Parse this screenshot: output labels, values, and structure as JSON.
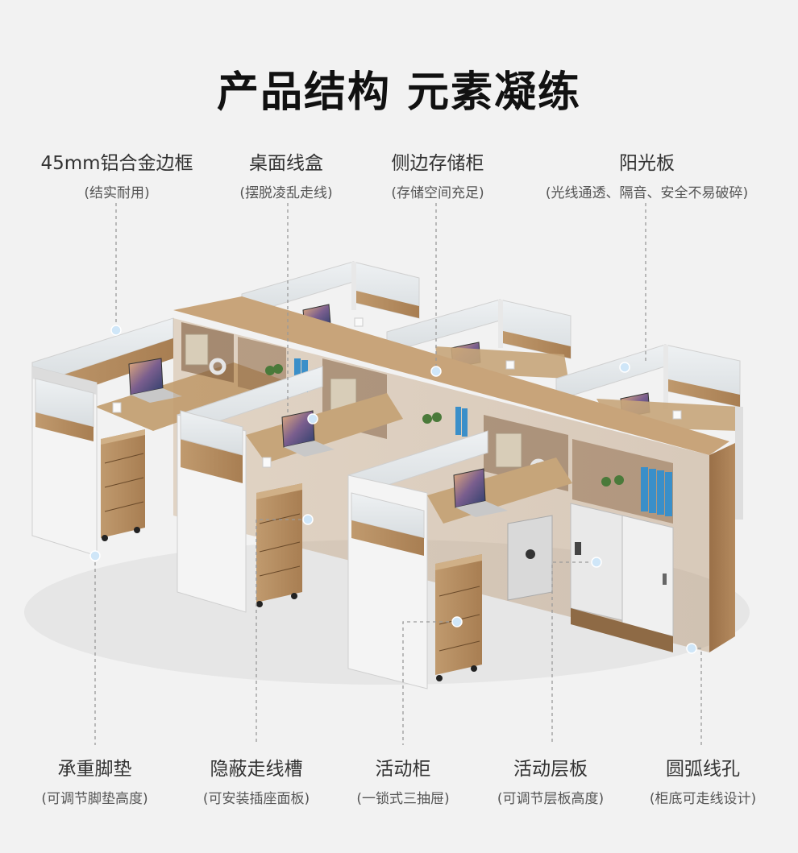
{
  "title": "产品结构 元素凝练",
  "top_labels": [
    {
      "main": "45mm铝合金边框",
      "sub": "(结实耐用)"
    },
    {
      "main": "桌面线盒",
      "sub": "(摆脱凌乱走线)"
    },
    {
      "main": "侧边存储柜",
      "sub": "(存储空间充足)"
    },
    {
      "main": "阳光板",
      "sub": "(光线通透、隔音、安全不易破碎)"
    }
  ],
  "bottom_labels": [
    {
      "main": "承重脚垫",
      "sub": "(可调节脚垫高度)"
    },
    {
      "main": "隐蔽走线槽",
      "sub": "(可安装插座面板)"
    },
    {
      "main": "活动柜",
      "sub": "(一锁式三抽屉)"
    },
    {
      "main": "活动层板",
      "sub": "(可调节层板高度)"
    },
    {
      "main": "圆弧线孔",
      "sub": "(柜底可走线设计)"
    }
  ],
  "colors": {
    "background": "#f2f2f2",
    "wood": "#b48a5e",
    "wood_dark": "#8e6a45",
    "panel_white": "#f4f4f4",
    "frame": "#d9d9d9",
    "glass": "#e4e8ea",
    "leader_line": "#9a9a9a",
    "dot": "#cfe6f8"
  }
}
